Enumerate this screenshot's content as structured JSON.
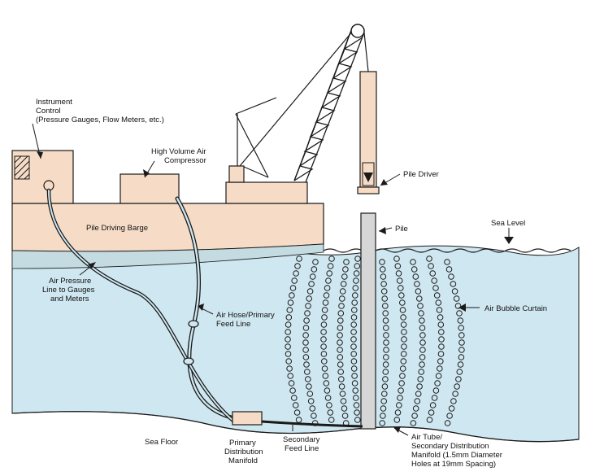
{
  "labels": {
    "instrument_control_1": "Instrument",
    "instrument_control_2": "Control",
    "instrument_control_3": "(Pressure Gauges, Flow Meters, etc.)",
    "compressor_1": "High Volume Air",
    "compressor_2": "Compressor",
    "pile_driver": "Pile Driver",
    "barge": "Pile Driving Barge",
    "pile": "Pile",
    "sea_level": "Sea Level",
    "air_pressure_line_1": "Air Pressure",
    "air_pressure_line_2": "Line to Gauges",
    "air_pressure_line_3": "and Meters",
    "air_hose_1": "Air Hose/Primary",
    "air_hose_2": "Feed Line",
    "bubble_curtain": "Air Bubble Curtain",
    "sea_floor": "Sea Floor",
    "manifold_1": "Primary",
    "manifold_2": "Distribution",
    "manifold_3": "Manifold",
    "secondary_feed_1": "Secondary",
    "secondary_feed_2": "Feed Line",
    "air_tube_1": "Air Tube/",
    "air_tube_2": "Secondary Distribution",
    "air_tube_3": "Manifold (1.5mm Diameter",
    "air_tube_4": "Holes at 19mm Spacing)"
  },
  "colors": {
    "water": "#cfe7f0",
    "barge": "#f6dcc6",
    "pile": "#d6d6d6",
    "outline": "#1a1a1a"
  }
}
